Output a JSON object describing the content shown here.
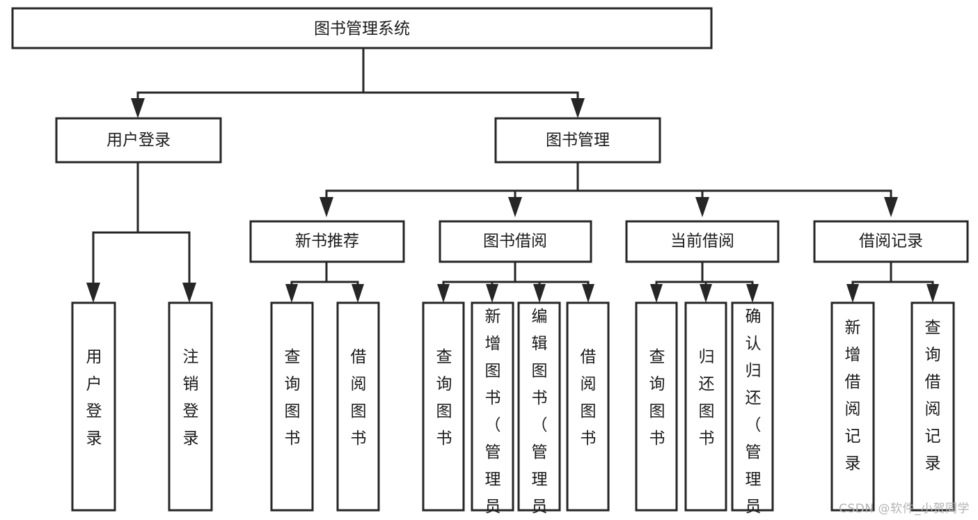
{
  "diagram": {
    "type": "tree",
    "title": "图书管理系统",
    "orientation": "top-down",
    "watermark": "CSDN @软件_小贺同学",
    "colors": {
      "box_stroke": "#262626",
      "box_fill": "#ffffff",
      "connector": "#262626",
      "text": "#1a1a1a",
      "watermark": "#b3b3b3",
      "background": "#ffffff"
    },
    "nodes": {
      "root": {
        "label": "图书管理系统",
        "level": 0,
        "orientation": "horizontal"
      },
      "l1": [
        {
          "id": "user-login",
          "label": "用户登录",
          "level": 1,
          "orientation": "horizontal"
        },
        {
          "id": "book-manage",
          "label": "图书管理",
          "level": 1,
          "orientation": "horizontal"
        }
      ],
      "l2": [
        {
          "id": "new-book-rec",
          "label": "新书推荐",
          "level": 2,
          "orientation": "horizontal",
          "parent": "book-manage"
        },
        {
          "id": "book-borrow",
          "label": "图书借阅",
          "level": 2,
          "orientation": "horizontal",
          "parent": "book-manage"
        },
        {
          "id": "current-borrow",
          "label": "当前借阅",
          "level": 2,
          "orientation": "horizontal",
          "parent": "book-manage"
        },
        {
          "id": "borrow-record",
          "label": "借阅记录",
          "level": 2,
          "orientation": "horizontal",
          "parent": "book-manage"
        }
      ],
      "leaves": [
        {
          "id": "leaf-user-login",
          "label": "用户登录",
          "parent": "user-login",
          "orientation": "vertical"
        },
        {
          "id": "leaf-user-logout",
          "label": "注销登录",
          "parent": "user-login",
          "orientation": "vertical"
        },
        {
          "id": "leaf-query-book-1",
          "label": "查询图书",
          "parent": "new-book-rec",
          "orientation": "vertical"
        },
        {
          "id": "leaf-borrow-book-1",
          "label": "借阅图书",
          "parent": "new-book-rec",
          "orientation": "vertical"
        },
        {
          "id": "leaf-query-book-2",
          "label": "查询图书",
          "parent": "book-borrow",
          "orientation": "vertical"
        },
        {
          "id": "leaf-add-book",
          "label": "新增图书（管理员）",
          "parent": "book-borrow",
          "orientation": "vertical"
        },
        {
          "id": "leaf-edit-book",
          "label": "编辑图书（管理员）",
          "parent": "book-borrow",
          "orientation": "vertical"
        },
        {
          "id": "leaf-borrow-book-2",
          "label": "借阅图书",
          "parent": "book-borrow",
          "orientation": "vertical"
        },
        {
          "id": "leaf-query-book-3",
          "label": "查询图书",
          "parent": "current-borrow",
          "orientation": "vertical"
        },
        {
          "id": "leaf-return-book",
          "label": "归还图书",
          "parent": "current-borrow",
          "orientation": "vertical"
        },
        {
          "id": "leaf-confirm-return",
          "label": "确认归还（管理员）",
          "parent": "current-borrow",
          "orientation": "vertical"
        },
        {
          "id": "leaf-add-record",
          "label": "新增借阅记录",
          "parent": "borrow-record",
          "orientation": "vertical"
        },
        {
          "id": "leaf-query-record",
          "label": "查询借阅记录",
          "parent": "borrow-record",
          "orientation": "vertical"
        }
      ]
    }
  }
}
